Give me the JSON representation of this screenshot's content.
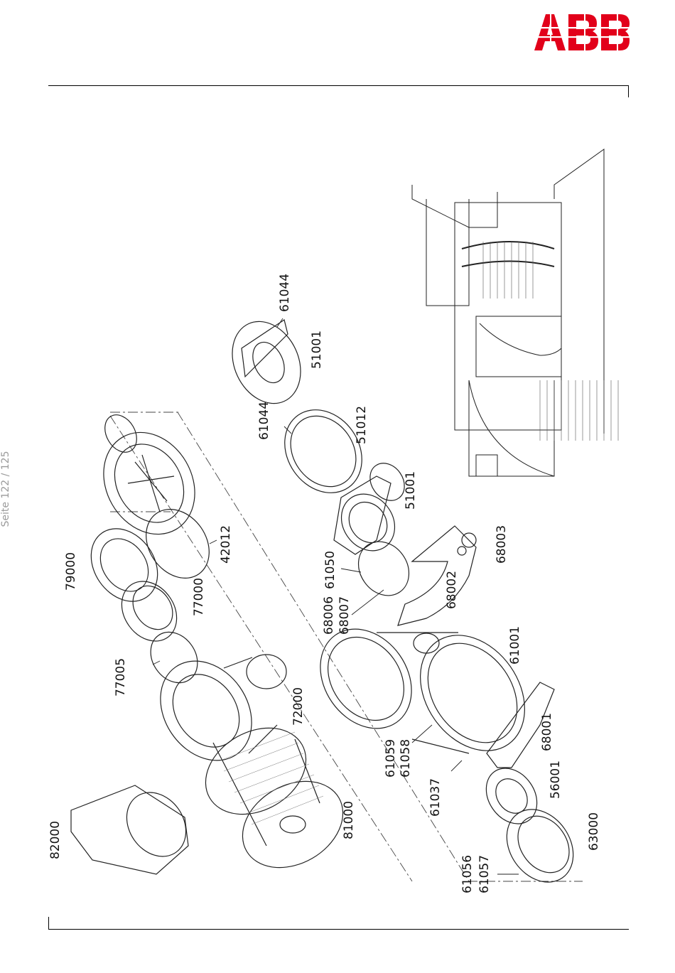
{
  "brand": {
    "name": "ABB",
    "color": "#e2001a"
  },
  "page": {
    "number": "Seite 122 / 125"
  },
  "drawing": {
    "title": "",
    "part_labels": [
      "61044",
      "51001",
      "61044",
      "51012",
      "51001",
      "79000",
      "42012",
      "77000",
      "61050",
      "68003",
      "68002",
      "68006",
      "68007",
      "77005",
      "72000",
      "61001",
      "82000",
      "81000",
      "61059",
      "61058",
      "61037",
      "68001",
      "56001",
      "63000",
      "61056",
      "61057"
    ]
  }
}
